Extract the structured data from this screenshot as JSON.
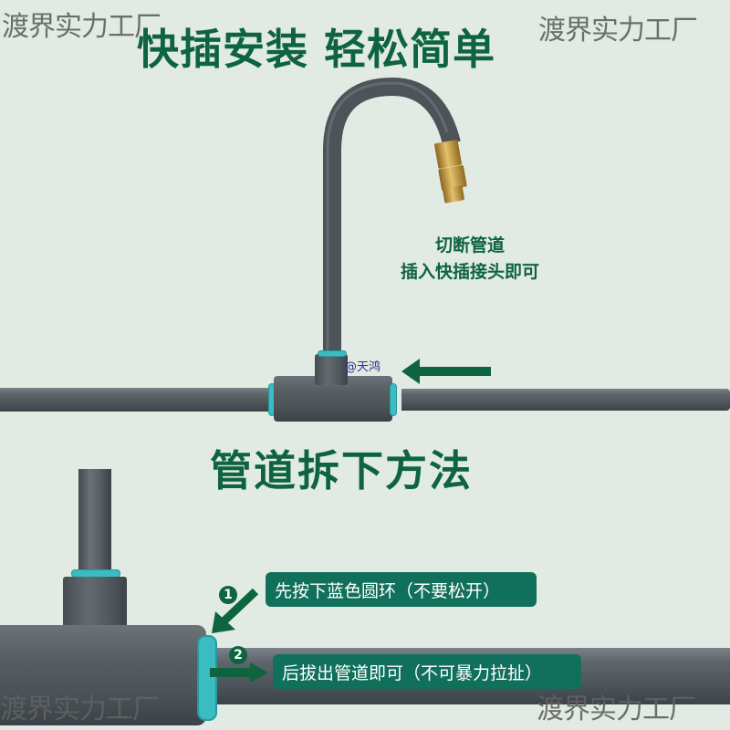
{
  "watermark": {
    "text": "渡界实力工厂",
    "positions": [
      "top-left",
      "top-right",
      "bottom-left",
      "bottom-right"
    ]
  },
  "section1": {
    "headline": "快插安装 轻松简单",
    "caption_line1": "切断管道",
    "caption_line2": "插入快插接头即可",
    "tag": "@天鸿",
    "arrow_direction": "left"
  },
  "section2": {
    "headline": "管道拆下方法",
    "steps": [
      {
        "number": "1",
        "label": "先按下蓝色圆环（不要松开）",
        "arrow_direction": "down-left"
      },
      {
        "number": "2",
        "label": "后拔出管道即可（不可暴力拉扯）",
        "arrow_direction": "right"
      }
    ]
  },
  "colors": {
    "background": "#e2ebe3",
    "headline_green": "#0e6440",
    "label_box": "#11705b",
    "ring_cyan": "#3bbcc0",
    "pipe_gray": "#575e64",
    "brass": "#c9a043",
    "watermark_gray": "#5f6260"
  }
}
